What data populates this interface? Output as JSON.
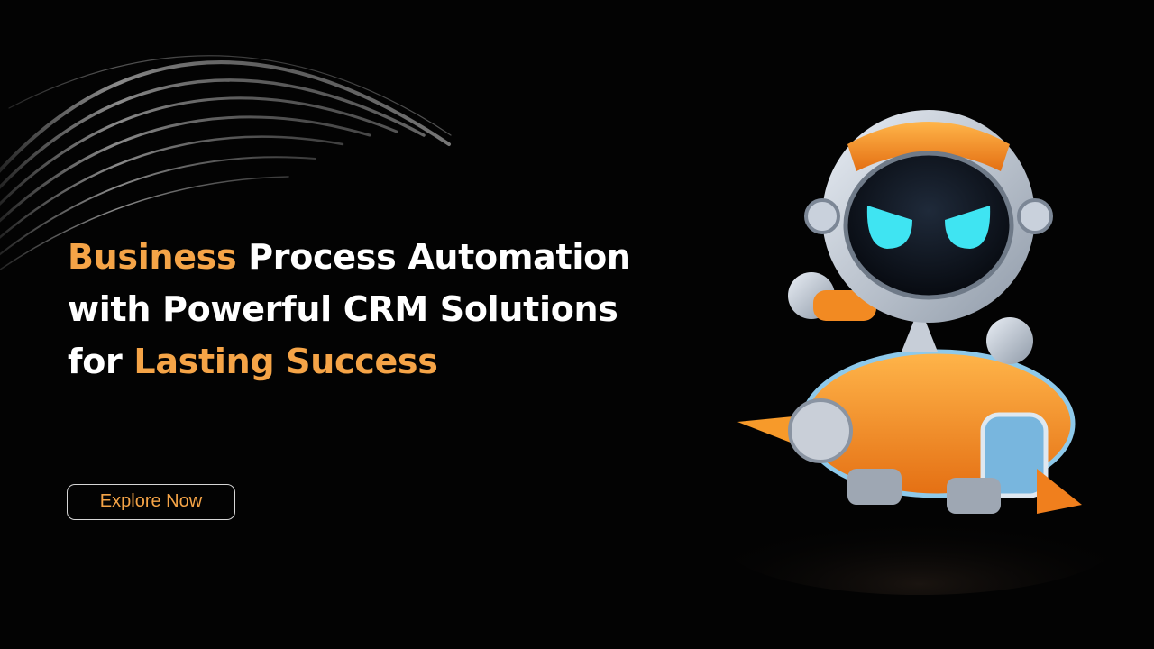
{
  "hero": {
    "headline": {
      "line1_accent": "Business",
      "line1_rest": " Process Automation",
      "line2": "with Powerful CRM Solutions",
      "line3_lead": "for ",
      "line3_accent": "Lasting Success"
    },
    "cta_label": "Explore Now"
  },
  "colors": {
    "background": "#030303",
    "accent": "#f5a447",
    "text": "#ffffff",
    "button_border": "#d6d6d6",
    "robot_eyes": "#3fe4f2"
  },
  "illustration": {
    "icon": "robot-astronaut-riding-rocket-icon",
    "decoration": "swirl-arc-lines"
  }
}
